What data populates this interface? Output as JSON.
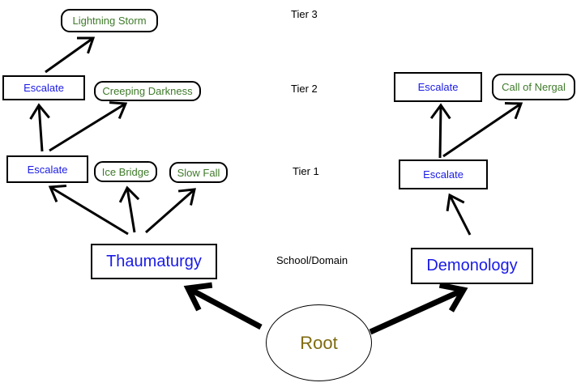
{
  "tiers": {
    "tier3": "Tier 3",
    "tier2": "Tier 2",
    "tier1": "Tier 1",
    "school": "School/Domain"
  },
  "root": {
    "label": "Root",
    "color": "#7f6a10"
  },
  "schools": {
    "thaumaturgy": {
      "label": "Thaumaturgy",
      "tier1": {
        "escalate": "Escalate",
        "spells": [
          "Ice Bridge",
          "Slow Fall"
        ]
      },
      "tier2": {
        "escalate": "Escalate",
        "spells": [
          "Creeping Darkness"
        ]
      },
      "tier3": {
        "spells": [
          "Lightning Storm"
        ]
      }
    },
    "demonology": {
      "label": "Demonology",
      "tier1": {
        "escalate": "Escalate"
      },
      "tier2": {
        "escalate": "Escalate",
        "spells": [
          "Call of Nergal"
        ]
      }
    }
  },
  "colors": {
    "school_text": "#1a1ae6",
    "escalate_text": "#1a1ae6",
    "spell_text": "#3f7a2a",
    "line": "#000000"
  }
}
